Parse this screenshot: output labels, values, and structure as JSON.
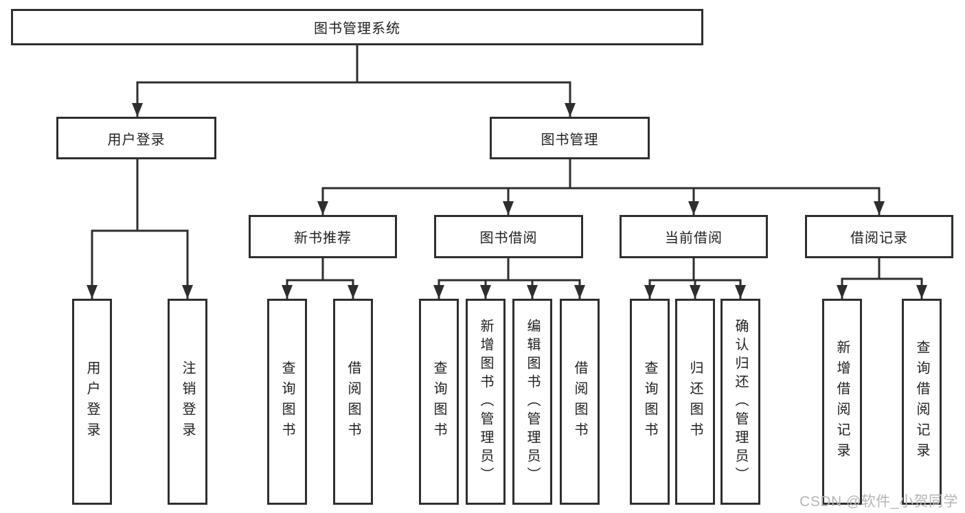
{
  "diagram": {
    "title": "图书管理系统",
    "branches": [
      {
        "label": "用户登录",
        "children": [
          {
            "label": "用户登录"
          },
          {
            "label": "注销登录"
          }
        ]
      },
      {
        "label": "图书管理",
        "children": [
          {
            "label": "新书推荐",
            "children": [
              {
                "label": "查询图书"
              },
              {
                "label": "借阅图书"
              }
            ]
          },
          {
            "label": "图书借阅",
            "children": [
              {
                "label": "查询图书"
              },
              {
                "label": "新增图书（管理员）"
              },
              {
                "label": "编辑图书（管理员）"
              },
              {
                "label": "借阅图书"
              }
            ]
          },
          {
            "label": "当前借阅",
            "children": [
              {
                "label": "查询图书"
              },
              {
                "label": "归还图书"
              },
              {
                "label": "确认归还（管理员）"
              }
            ]
          },
          {
            "label": "借阅记录",
            "children": [
              {
                "label": "新增借阅记录"
              },
              {
                "label": "查询借阅记录"
              }
            ]
          }
        ]
      }
    ]
  },
  "watermark": {
    "text": "CSDN @软件_小贺同学"
  },
  "colors": {
    "line": "#2e2e2e",
    "text": "#1f1f1f",
    "background": "#ffffff",
    "watermark": "#b5b5b5"
  }
}
